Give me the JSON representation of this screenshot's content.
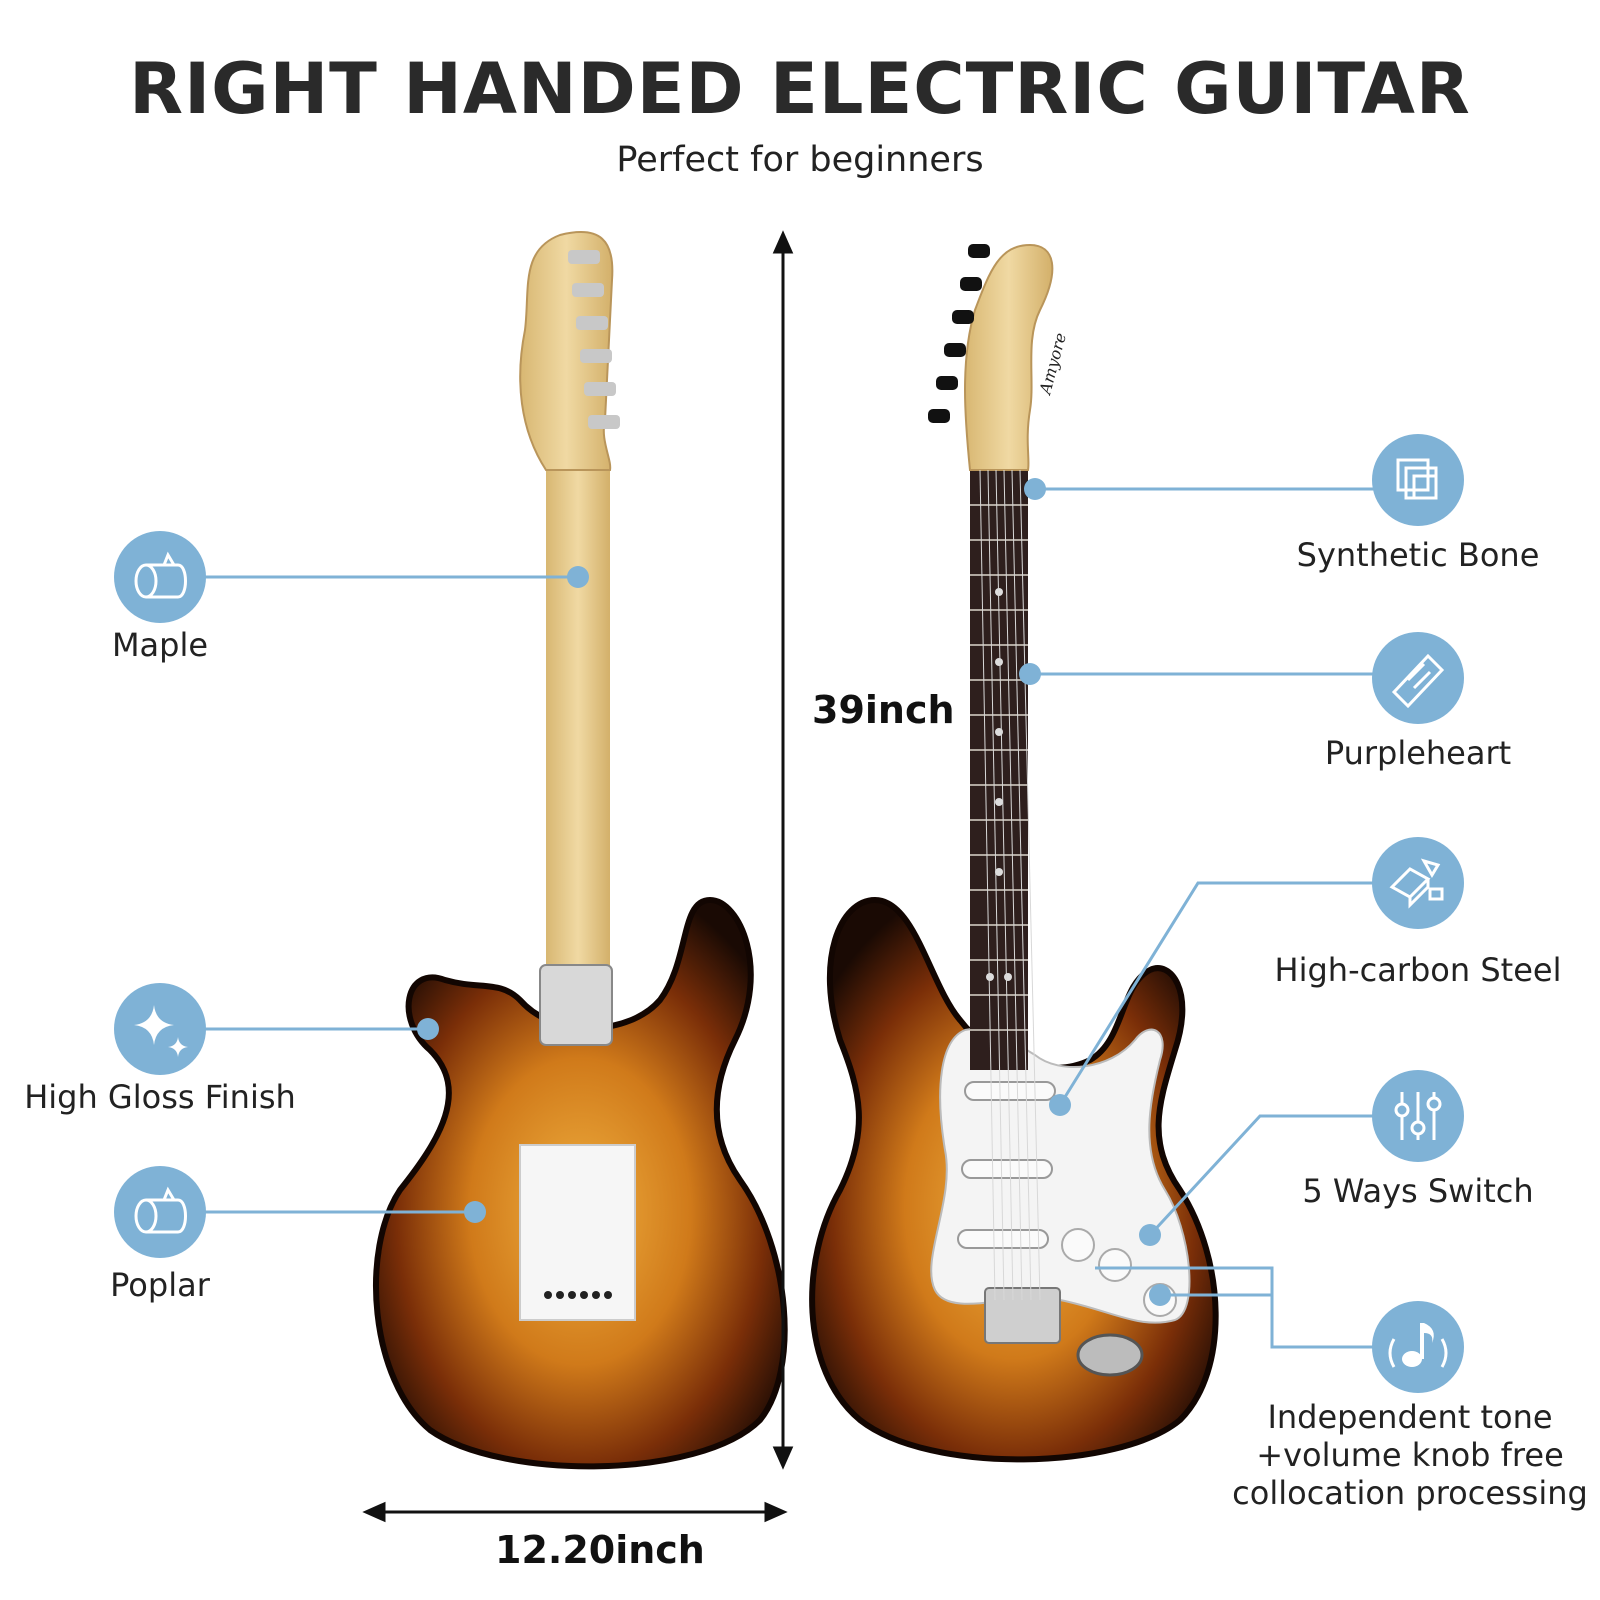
{
  "header": {
    "title": "RIGHT HANDED ELECTRIC GUITAR",
    "subtitle": "Perfect for beginners"
  },
  "dimensions": {
    "height": "39inch",
    "width": "12.20inch"
  },
  "features_left": [
    {
      "label": "Maple",
      "icon": "wood-log-icon"
    },
    {
      "label": "High Gloss Finish",
      "icon": "sparkle-icon"
    },
    {
      "label": "Poplar",
      "icon": "wood-log-icon"
    }
  ],
  "features_right": [
    {
      "label": "Synthetic Bone",
      "icon": "layers-icon"
    },
    {
      "label": "Purpleheart",
      "icon": "wood-plank-icon"
    },
    {
      "label": "High-carbon Steel",
      "icon": "steel-bars-icon"
    },
    {
      "label": "5 Ways Switch",
      "icon": "sliders-icon"
    },
    {
      "label_lines": [
        "Independent tone",
        "+volume knob free",
        "collocation processing"
      ],
      "icon": "music-note-icon"
    }
  ],
  "brand": "Amyore",
  "colors": {
    "accent": "#7fb2d6",
    "sunburst_dark": "#1c0c05",
    "sunburst_mid": "#8a3a0c",
    "sunburst_light": "#e8a030",
    "maple": "#e9cf98",
    "rosewood": "#2e1f1d",
    "pickguard": "#f4f4f4"
  }
}
